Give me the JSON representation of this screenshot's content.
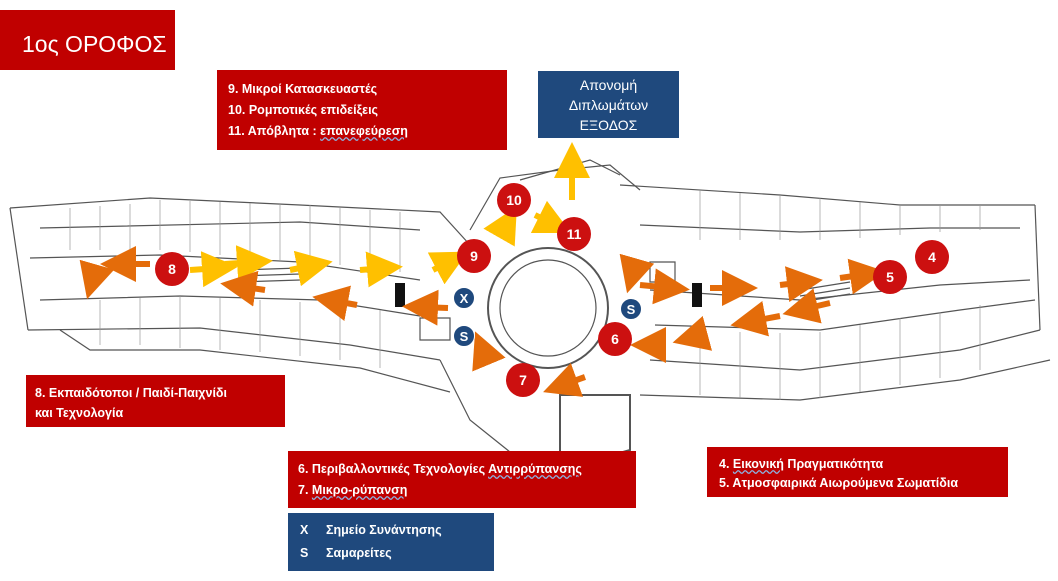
{
  "floor_title": "1ος ΟΡΟΦΟΣ",
  "exit_box": {
    "line1": "Απονομή",
    "line2": "Διπλωμάτων",
    "line3": "ΕΞΟΔΟΣ"
  },
  "box_9_11": {
    "item9": "9.   Μικροί Κατασκευαστές",
    "item10": "10. Ρομποτικές επιδείξεις",
    "item11_prefix": "11. Απόβλητα : ",
    "item11_word": "επανεφεύρεση"
  },
  "box_8": {
    "line1": "8. Εκπαιδότοποι / Παιδί-Παιχνίδι",
    "line2": "και Τεχνολογία"
  },
  "box_6_7": {
    "item6_prefix": "6. Περιβαλλοντικές Τεχνολογίες ",
    "item6_word": "Αντιρρύπανσης",
    "item7_prefix": "7. ",
    "item7_word": "Μικρο-ρύπανση"
  },
  "box_4_5": {
    "item4_prefix": "4. ",
    "item4_word": "Εικονική",
    "item4_suffix": " Πραγματικότητα",
    "item5": "5. Ατμοσφαιρικά Αιωρούμενα Σωματίδια"
  },
  "legend": [
    {
      "symbol": "X",
      "label": "Σημείο Συνάντησης"
    },
    {
      "symbol": "S",
      "label": "Σαμαρείτες"
    }
  ],
  "markers": {
    "m4": "4",
    "m5": "5",
    "m6": "6",
    "m7": "7",
    "m8": "8",
    "m9": "9",
    "m10": "10",
    "m11": "11",
    "mx": "X",
    "ms1": "S",
    "ms2": "S"
  },
  "colors": {
    "red_box": "#c00000",
    "blue_box": "#1f497d",
    "marker_red": "#cc1010",
    "arrow_orange": "#e46c0a",
    "arrow_yellow": "#ffc000"
  }
}
